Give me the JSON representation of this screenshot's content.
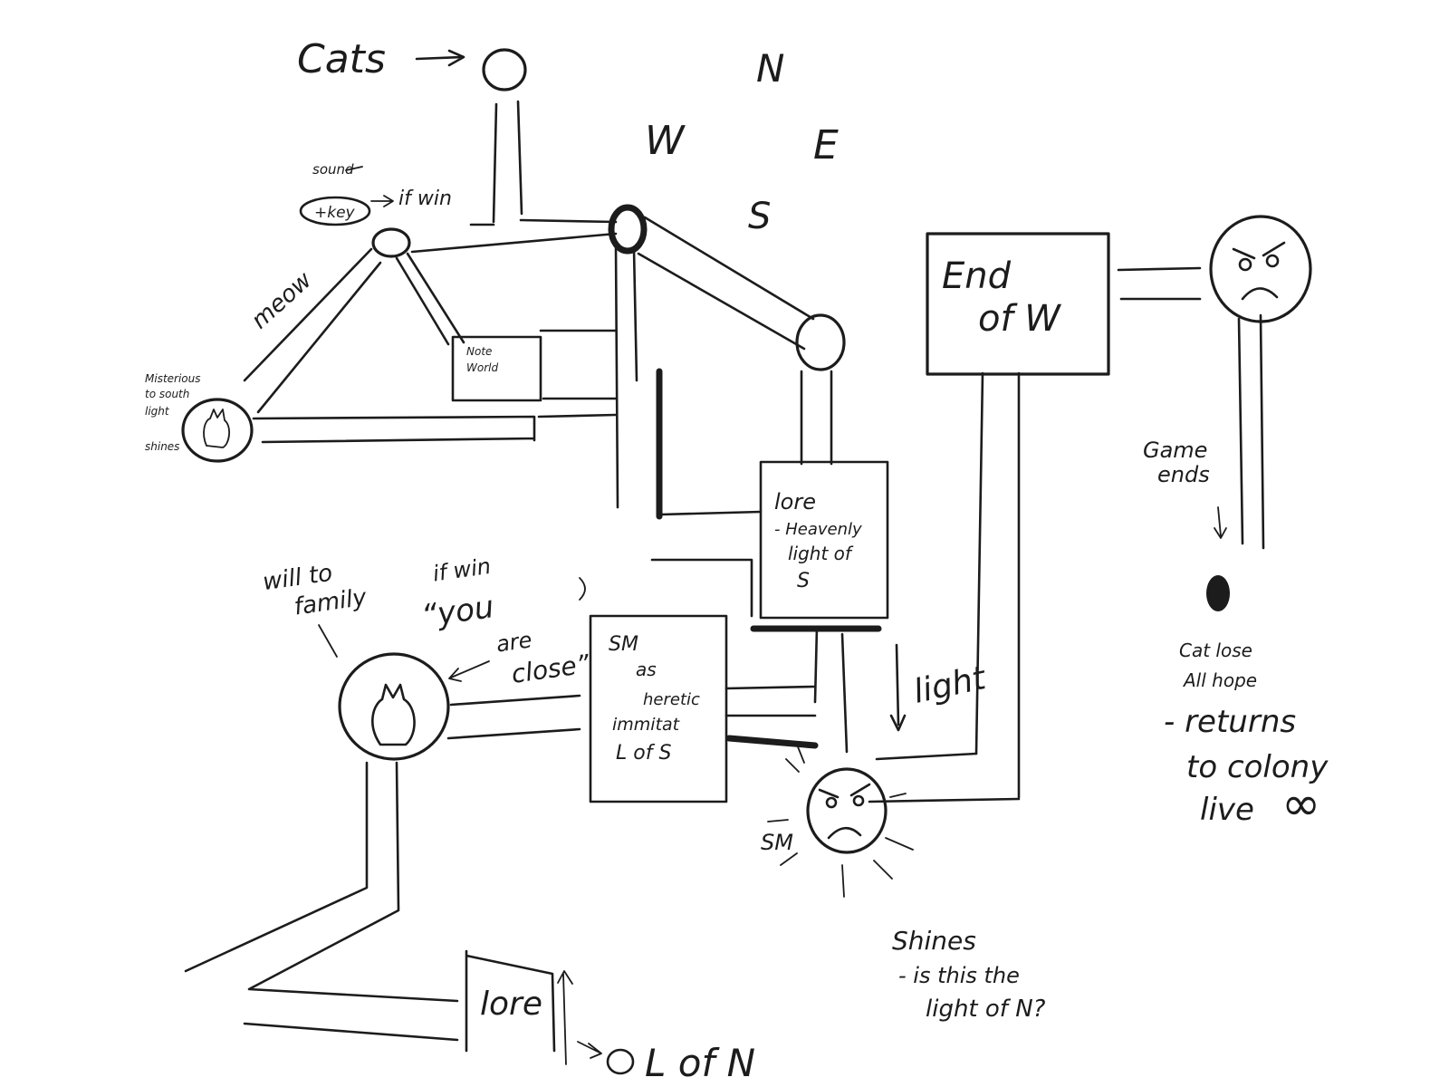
{
  "compass": {
    "n": "N",
    "w": "W",
    "e": "E",
    "s": "S"
  },
  "labels": {
    "cats": "Cats",
    "sound": "sound",
    "key": "+key",
    "if_win_top": "if win",
    "meow": "meow",
    "mysterious": [
      "Misterious",
      "to south",
      "light",
      "shines"
    ],
    "note_world": [
      "Note",
      "World"
    ],
    "end_of_w": [
      "End",
      "of W"
    ],
    "game_ends": [
      "Game",
      "ends"
    ],
    "lore_top": [
      "lore",
      "- Heavenly",
      "light of",
      "S"
    ],
    "will_to_family": [
      "will to",
      "family"
    ],
    "if_win_bottom": "if win",
    "you_are_close": [
      "“you",
      "are",
      "close”"
    ],
    "sm_box": [
      "SM",
      "as",
      "heretic",
      "immitat",
      "L of S"
    ],
    "light": "light",
    "sm": "SM",
    "shines": [
      "Shines",
      "- is this the",
      "light of N?"
    ],
    "cat_lose": [
      "Cat lose",
      "All hope"
    ],
    "returns": [
      "- returns",
      "to colony",
      "live"
    ],
    "infinity": "∞",
    "lore_bottom": "lore",
    "l_of_n": "L of N"
  }
}
